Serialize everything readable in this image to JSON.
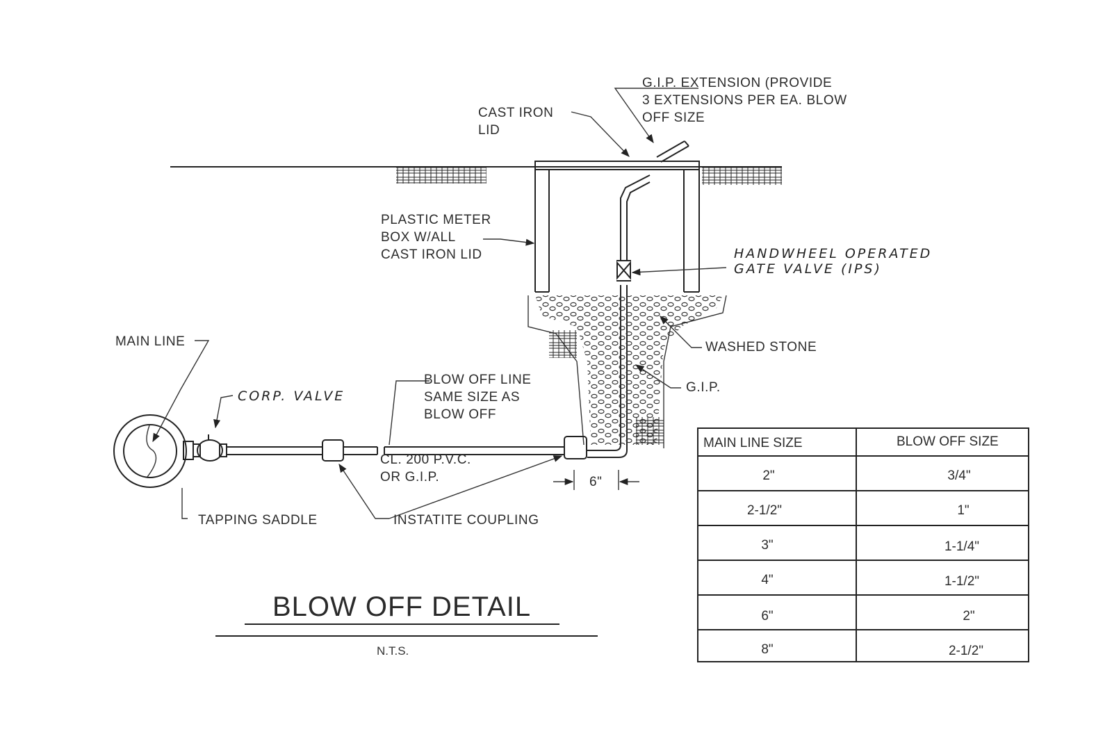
{
  "title": "BLOW OFF DETAIL",
  "scale_note": "N.T.S.",
  "labels": {
    "gip_extension": [
      "G.I.P. EXTENSION (PROVIDE",
      "3 EXTENSIONS PER EA. BLOW",
      "OFF SIZE"
    ],
    "cast_iron_lid": [
      "CAST IRON",
      "LID"
    ],
    "plastic_meter_box": [
      "PLASTIC METER",
      "BOX W/ALL",
      "CAST IRON LID"
    ],
    "gate_valve": [
      "HANDWHEEL OPERATED",
      "GATE VALVE (IPS)"
    ],
    "washed_stone": "WASHED STONE",
    "gip": "G.I.P.",
    "main_line": "MAIN LINE",
    "corp_valve": "CORP. VALVE",
    "blow_off_line": [
      "BLOW OFF LINE",
      "SAME SIZE AS",
      "BLOW OFF"
    ],
    "pvc": [
      "CL. 200 P.V.C.",
      "OR G.I.P."
    ],
    "dimension": "6\"",
    "tapping_saddle": "TAPPING SADDLE",
    "coupling": "INSTATITE COUPLING"
  },
  "table": {
    "headers": [
      "MAIN LINE SIZE",
      "BLOW OFF SIZE"
    ],
    "rows": [
      [
        "2\"",
        "3/4\""
      ],
      [
        "2-1/2\"",
        "1\""
      ],
      [
        "3\"",
        "1-1/4\""
      ],
      [
        "4\"",
        "1-1/2\""
      ],
      [
        "6\"",
        "2\""
      ],
      [
        "8\"",
        "2-1/2\""
      ]
    ]
  }
}
